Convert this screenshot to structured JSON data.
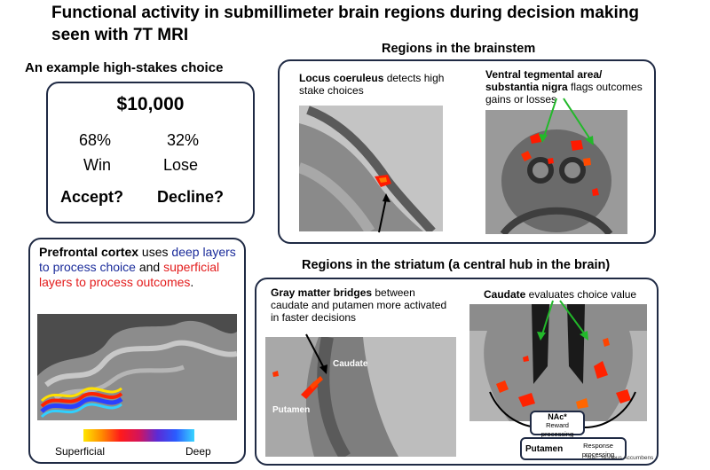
{
  "title": "Functional activity in submillimeter brain regions during decision making seen with 7T MRI",
  "example": {
    "heading": "An example high-stakes choice",
    "amount": "$10,000",
    "win_pct": "68%",
    "win_label": "Win",
    "lose_pct": "32%",
    "lose_label": "Lose",
    "accept": "Accept?",
    "decline": "Decline?"
  },
  "prefrontal": {
    "bold": "Prefrontal cortex",
    "text1": " uses ",
    "blue": "deep layers to process choice",
    "text2": " and ",
    "red": "superficial layers to process outcomes",
    "text3": ".",
    "scale_left": "Superficial",
    "scale_right": "Deep"
  },
  "brainstem": {
    "heading": "Regions in the brainstem",
    "lc_bold": "Locus coeruleus",
    "lc_text": " detects high stake choices",
    "vta_bold": "Ventral tegmental area/ substantia nigra",
    "vta_text": " flags outcomes gains or losses"
  },
  "striatum": {
    "heading": "Regions in the striatum (a central hub in the brain)",
    "gm_bold": "Gray matter bridges",
    "gm_text": " between caudate and putamen more activated in faster decisions",
    "label_caudate": "Caudate",
    "label_putamen": "Putamen",
    "caudate_bold": "Caudate",
    "caudate_text": " evaluates choice value",
    "nac_label": "NAc*",
    "nac_sub": "Reward processing",
    "putamen_box": "Putamen",
    "putamen_sub": "Response processing",
    "footnote": "*NAc: Nucleus Accumbens"
  },
  "colors": {
    "border": "#1f2a44",
    "blue_text": "#1a2b9a",
    "red_text": "#e31b1b",
    "green_arrow": "#22b82a",
    "activation": "#ff2200"
  }
}
